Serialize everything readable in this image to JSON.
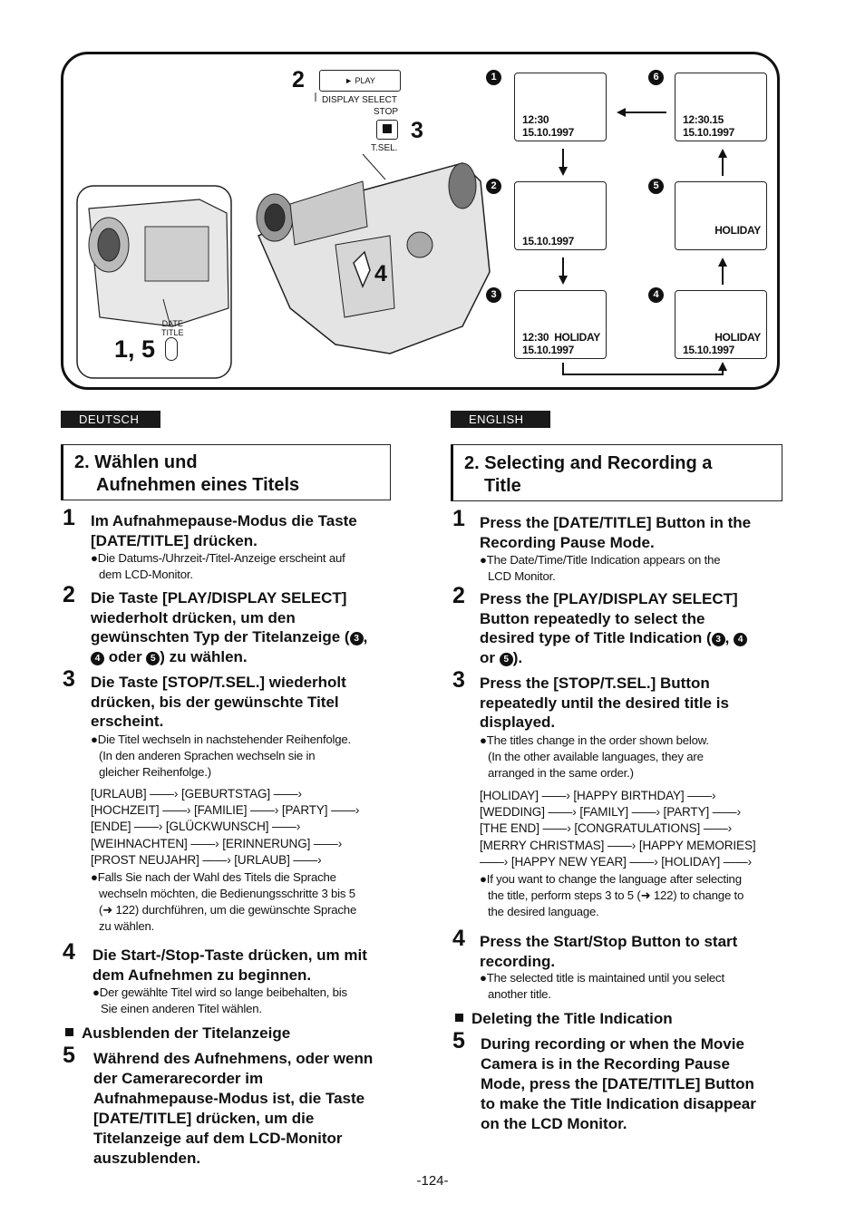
{
  "figure": {
    "label_2": "2",
    "play_btn": "► PLAY",
    "display_select": "DISPLAY SELECT",
    "stop": "STOP",
    "label_3": "3",
    "tsel": "T.SEL.",
    "label_4": "4",
    "date_title_line1": "DATE",
    "date_title_line2": "TITLE",
    "label_15": "1, 5",
    "screens": {
      "s1": {
        "num": "1",
        "line1": "12:30",
        "line2": "15.10.1997"
      },
      "s2": {
        "num": "2",
        "line1": "15.10.1997"
      },
      "s3": {
        "num": "3",
        "line1a": "12:30",
        "line1b": "HOLIDAY",
        "line2": "15.10.1997"
      },
      "s4": {
        "num": "4",
        "line1": "HOLIDAY",
        "line2": "15.10.1997"
      },
      "s5": {
        "num": "5",
        "line1": "HOLIDAY"
      },
      "s6": {
        "num": "6",
        "line1": "12:30.15",
        "line2": "15.10.1997"
      }
    }
  },
  "de": {
    "tag": "DEUTSCH",
    "title1": "2. Wählen und",
    "title2": "Aufnehmen eines Titels",
    "s1_num": "1",
    "s1_h1": "Im Aufnahmepause-Modus die Taste",
    "s1_h2": "[DATE/TITLE] drücken.",
    "s1_n1": "●Die Datums-/Uhrzeit-/Titel-Anzeige erscheint auf",
    "s1_n2": "dem LCD-Monitor.",
    "s2_num": "2",
    "s2_h1": "Die Taste [PLAY/DISPLAY SELECT]",
    "s2_h2": "wiederholt drücken, um den",
    "s2_h3a": "gewünschten Typ der Titelanzeige (",
    "s2_c1": "3",
    "s2_h3b": ",",
    "s2_c2": "4",
    "s2_h4a": " oder ",
    "s2_c3": "5",
    "s2_h4b": ") zu wählen.",
    "s3_num": "3",
    "s3_h1": "Die Taste [STOP/T.SEL.] wiederholt",
    "s3_h2": "drücken, bis der gewünschte Titel",
    "s3_h3": "erscheint.",
    "s3_n1": "●Die Titel wechseln in nachstehender Reihenfolge.",
    "s3_n2": "(In den anderen Sprachen wechseln sie in",
    "s3_n3": "gleicher Reihenfolge.)",
    "seq": [
      "[URLAUB] ——› [GEBURTSTAG] ——›",
      "[HOCHZEIT] ——› [FAMILIE] ——› [PARTY] ——›",
      "[ENDE] ——› [GLÜCKWUNSCH] ——›",
      "[WEIHNACHTEN] ——› [ERINNERUNG] ——›",
      "[PROST NEUJAHR] ——› [URLAUB] ——›"
    ],
    "s3_m1": "●Falls Sie nach der Wahl des Titels die Sprache",
    "s3_m2": "wechseln möchten, die Bedienungsschritte 3 bis 5",
    "s3_m3": "(➜ 122) durchführen, um die gewünschte Sprache",
    "s3_m4": "zu wählen.",
    "s4_num": "4",
    "s4_h1": "Die Start-/Stop-Taste drücken, um mit",
    "s4_h2": "dem Aufnehmen zu beginnen.",
    "s4_n1": "●Der gewählte Titel wird so lange beibehalten, bis",
    "s4_n2": "Sie einen anderen Titel wählen.",
    "hide": "Ausblenden der Titelanzeige",
    "s5_num": "5",
    "s5_h1": "Während des Aufnehmens, oder wenn",
    "s5_h2": "der Camerarecorder im",
    "s5_h3": "Aufnahmepause-Modus ist, die Taste",
    "s5_h4": "[DATE/TITLE] drücken, um die",
    "s5_h5": "Titelanzeige auf dem LCD-Monitor",
    "s5_h6": "auszublenden."
  },
  "en": {
    "tag": "ENGLISH",
    "title1": "2. Selecting and Recording a",
    "title2": "Title",
    "s1_num": "1",
    "s1_h1": "Press the [DATE/TITLE] Button in the",
    "s1_h2": "Recording Pause Mode.",
    "s1_n1": "●The Date/Time/Title Indication appears on the",
    "s1_n2": "LCD Monitor.",
    "s2_num": "2",
    "s2_h1": "Press the [PLAY/DISPLAY SELECT]",
    "s2_h2": "Button repeatedly to select the",
    "s2_h3a": "desired type of Title Indication (",
    "s2_c1": "3",
    "s2_h3b": ", ",
    "s2_c2": "4",
    "s2_h4a": "or ",
    "s2_c3": "5",
    "s2_h4b": ").",
    "s3_num": "3",
    "s3_h1": "Press the [STOP/T.SEL.] Button",
    "s3_h2": "repeatedly until the desired title is",
    "s3_h3": "displayed.",
    "s3_n1": "●The titles change in the order shown below.",
    "s3_n2": "(In the other available languages, they are",
    "s3_n3": "arranged in the same order.)",
    "seq": [
      "[HOLIDAY] ——› [HAPPY BIRTHDAY] ——›",
      "[WEDDING] ——› [FAMILY] ——› [PARTY] ——›",
      "[THE END] ——› [CONGRATULATIONS] ——›",
      "[MERRY CHRISTMAS] ——› [HAPPY MEMORIES]",
      "——› [HAPPY NEW YEAR] ——› [HOLIDAY] ——›"
    ],
    "s3_m1": "●If you want to change the language after selecting",
    "s3_m2": "the title, perform steps 3 to 5 (➜ 122) to change to",
    "s3_m3": "the desired language.",
    "s4_num": "4",
    "s4_h1": "Press the Start/Stop Button to start",
    "s4_h2": "recording.",
    "s4_n1": "●The selected title is maintained until you select",
    "s4_n2": "another title.",
    "hide": "Deleting the Title Indication",
    "s5_num": "5",
    "s5_h1": "During recording or when the Movie",
    "s5_h2": "Camera is in the Recording Pause",
    "s5_h3": "Mode, press the [DATE/TITLE] Button",
    "s5_h4": "to make the Title Indication disappear",
    "s5_h5": "on the LCD Monitor."
  },
  "page_number": "-124-"
}
